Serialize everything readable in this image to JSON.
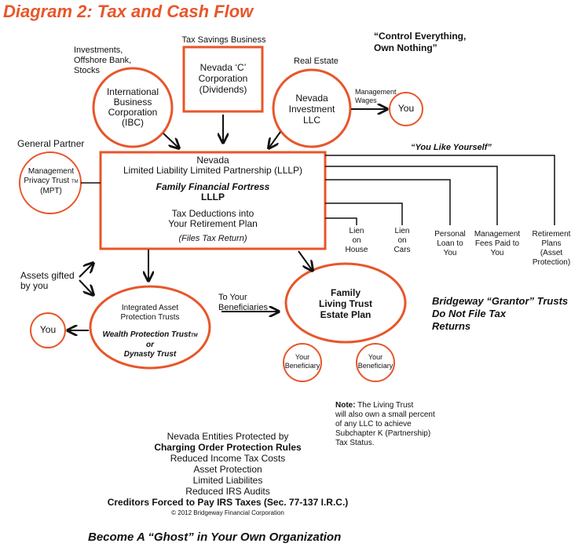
{
  "title": "Diagram 2: Tax and Cash Flow",
  "slogan": [
    "“Control Everything,",
    "Own Nothing”"
  ],
  "investments_label": [
    "Investments,",
    "Offshore Bank,",
    "Stocks"
  ],
  "tax_savings_label": "Tax Savings Business",
  "real_estate_label": "Real Estate",
  "general_partner_label": "General Partner",
  "ibc": [
    "International",
    "Business",
    "Corporation",
    "(IBC)"
  ],
  "nevada_c": [
    "Nevada ‘C’",
    "Corporation",
    "(Dividends)"
  ],
  "nevada_llc": [
    "Nevada",
    "Investment",
    "LLC"
  ],
  "management_wages": [
    "Management",
    "Wages"
  ],
  "you_top": "You",
  "mpt": [
    "Management",
    "Privacy Trust",
    "TM",
    "(MPT)"
  ],
  "lllp": {
    "line1": "Nevada",
    "line2": "Limited Liability Limited Partnership (LLLP)",
    "fortress": "Family Financial Fortress",
    "fortress_sub": "LLLP",
    "deductions1": "Tax Deductions into",
    "deductions2": "Your Retirement Plan",
    "files": "(Files Tax Return)"
  },
  "you_like": "“You Like Yourself”",
  "outflows": [
    [
      "Lien",
      "on",
      "House"
    ],
    [
      "Lien",
      "on",
      "Cars"
    ],
    [
      "Personal",
      "Loan to",
      "You"
    ],
    [
      "Management",
      "Fees Paid to",
      "You"
    ],
    [
      "Retirement",
      "Plans",
      "(Asset Protection)"
    ]
  ],
  "assets_gifted": [
    "Assets gifted",
    "by you"
  ],
  "asset_trust": {
    "line1": "Integrated Asset",
    "line2": "Protection Trusts",
    "wpt": "Wealth Protection Trust",
    "tm": "TM",
    "or": "or",
    "dynasty": "Dynasty Trust"
  },
  "you_left": "You",
  "to_beneficiaries": [
    "To Your",
    "Beneficiaries"
  ],
  "living_trust": [
    "Family",
    "Living Trust",
    "Estate Plan"
  ],
  "beneficiary": [
    "Your",
    "Beneficiary"
  ],
  "grantor": [
    "Bridgeway “Grantor” Trusts",
    "Do Not File Tax",
    "Returns"
  ],
  "note": {
    "label": "Note:",
    "lines": [
      " The Living Trust",
      "will also own a small percent",
      "of any LLC to achieve",
      "Subchapter K (Partnership)",
      "Tax Status."
    ]
  },
  "protections": [
    "Nevada Entities Protected by",
    "Charging Order Protection Rules",
    "Reduced Income Tax Costs",
    "Asset Protection",
    "Limited Liabilites",
    "Reduced IRS Audits",
    "Creditors Forced to Pay IRS Taxes (Sec. 77-137 I.R.C.)"
  ],
  "copyright": "© 2012 Bridgeway Financial Corporation",
  "footer": "Become A “Ghost” in Your Own Organization",
  "colors": {
    "accent": "#e8562a",
    "text": "#111111"
  }
}
